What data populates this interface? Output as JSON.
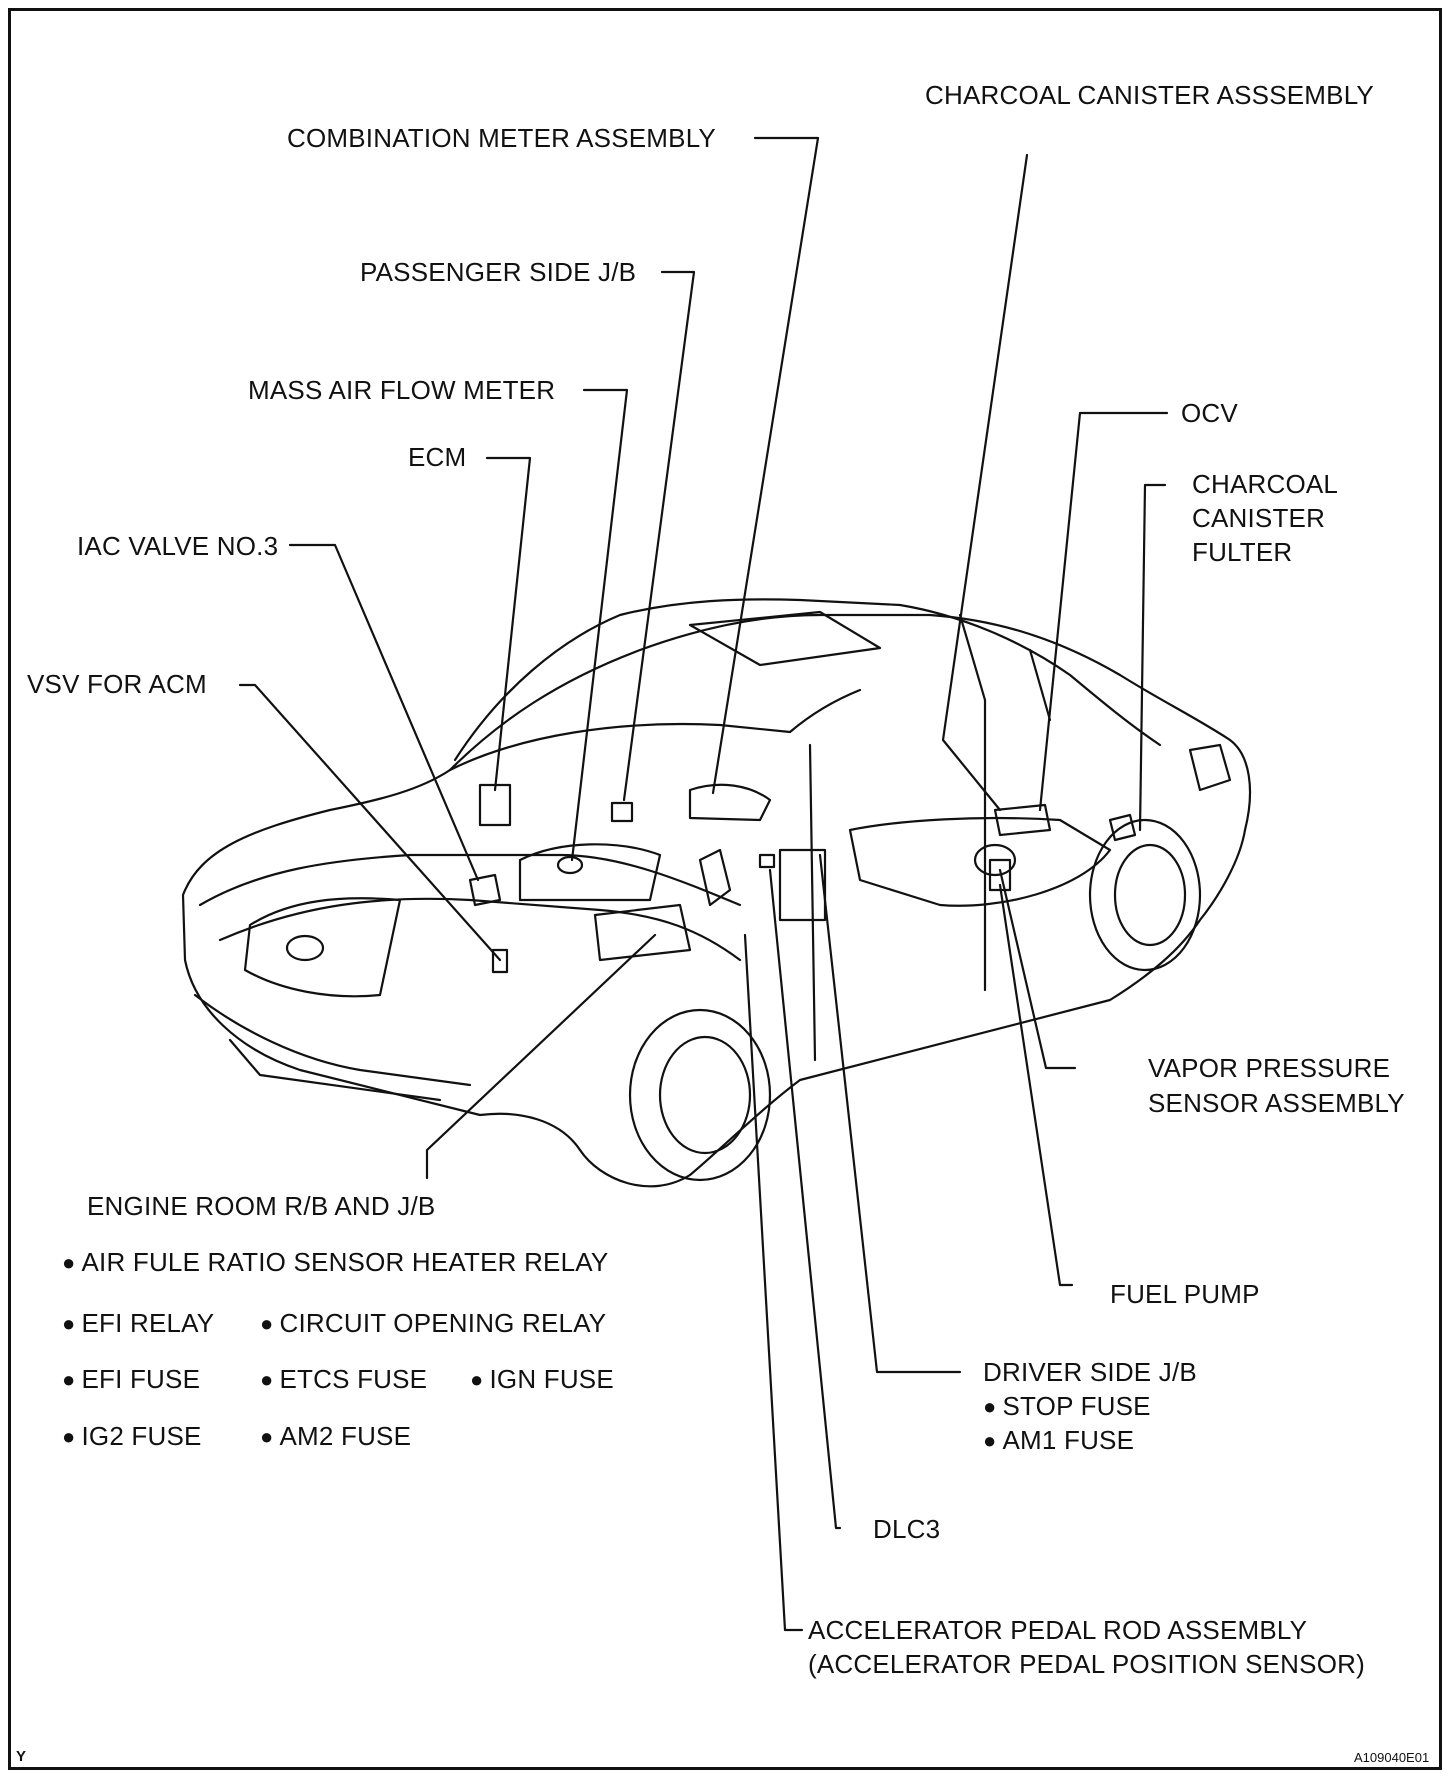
{
  "labels": {
    "combination_meter": "COMBINATION METER ASSEMBLY",
    "charcoal_canister_assembly": "CHARCOAL CANISTER ASSSEMBLY",
    "passenger_jb": "PASSENGER SIDE J/B",
    "mass_air_flow": "MASS AIR FLOW METER",
    "ecm": "ECM",
    "ocv": "OCV",
    "charcoal_filter": [
      "CHARCOAL",
      "CANISTER",
      "FULTER"
    ],
    "iac_valve": "IAC VALVE NO.3",
    "vsv_acm": "VSV FOR ACM",
    "vapor_pressure": [
      "VAPOR PRESSURE",
      "SENSOR ASSEMBLY"
    ],
    "engine_room_rb_jb": "ENGINE ROOM R/B AND J/B",
    "fuel_pump": "FUEL PUMP",
    "driver_jb": "DRIVER SIDE J/B",
    "dlc3": "DLC3",
    "accelerator": [
      "ACCELERATOR PEDAL ROD ASSEMBLY",
      "(ACCELERATOR PEDAL POSITION SENSOR)"
    ]
  },
  "engine_room_items": [
    "AIR FULE RATIO SENSOR  HEATER RELAY",
    "EFI RELAY",
    "CIRCUIT OPENING RELAY",
    "EFI FUSE",
    "ETCS FUSE",
    "IGN FUSE",
    "IG2 FUSE",
    "AM2 FUSE"
  ],
  "driver_jb_items": [
    "STOP FUSE",
    "AM1 FUSE"
  ],
  "corner_left": "Y",
  "corner_right": "A109040E01"
}
